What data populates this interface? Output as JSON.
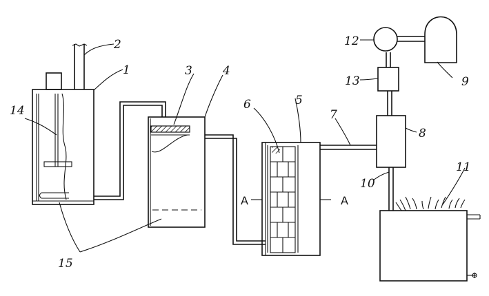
{
  "labels": {
    "n1": "1",
    "n2": "2",
    "n3": "3",
    "n4": "4",
    "n5": "5",
    "n6": "6",
    "n7": "7",
    "n8": "8",
    "n9": "9",
    "n10": "10",
    "n11": "11",
    "n12": "12",
    "n13": "13",
    "n14": "14",
    "n15": "15",
    "section_left": "A",
    "section_right": "A"
  }
}
